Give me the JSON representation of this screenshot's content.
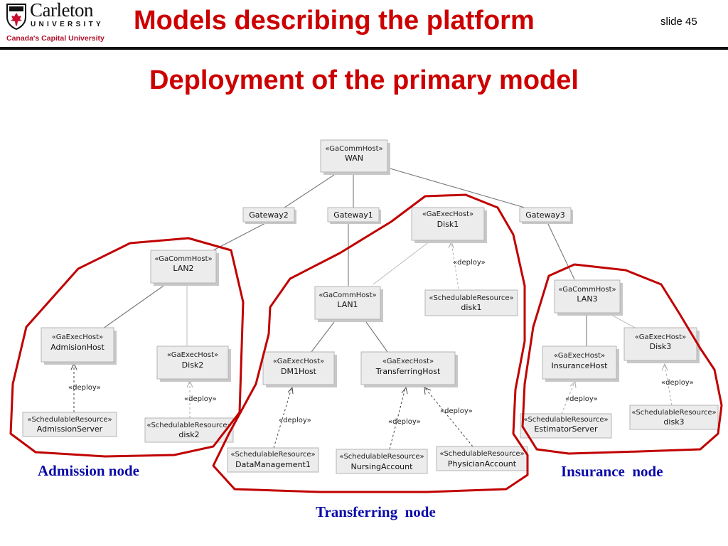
{
  "header": {
    "logo_wordmark": "Carleton",
    "logo_university": "UNIVERSITY",
    "logo_tagline": "Canada's Capital University",
    "title": "Models describing the platform",
    "slide_number": "slide 45"
  },
  "subtitle": "Deployment of the primary model",
  "colors": {
    "title_red": "#cc0000",
    "group_outline": "#c00000",
    "label_blue": "#0a0aa8"
  },
  "icons": [
    "carleton-crest-icon"
  ],
  "nodes": [
    {
      "id": "wan",
      "stereotype": "«GaCommHost»",
      "name": "WAN"
    },
    {
      "id": "gateway2",
      "stereotype": "",
      "name": "Gateway2"
    },
    {
      "id": "gateway1",
      "stereotype": "",
      "name": "Gateway1"
    },
    {
      "id": "gateway3",
      "stereotype": "",
      "name": "Gateway3"
    },
    {
      "id": "lan2",
      "stereotype": "«GaCommHost»",
      "name": "LAN2"
    },
    {
      "id": "lan1",
      "stereotype": "«GaCommHost»",
      "name": "LAN1"
    },
    {
      "id": "lan3",
      "stereotype": "«GaCommHost»",
      "name": "LAN3"
    },
    {
      "id": "disk1-host",
      "stereotype": "«GaExecHost»",
      "name": "Disk1"
    },
    {
      "id": "disk1-res",
      "stereotype": "«SchedulableResource»",
      "name": "disk1"
    },
    {
      "id": "admision-host",
      "stereotype": "«GaExecHost»",
      "name": "AdmisionHost"
    },
    {
      "id": "disk2-host",
      "stereotype": "«GaExecHost»",
      "name": "Disk2"
    },
    {
      "id": "admission-server",
      "stereotype": "«SchedulableResource»",
      "name": "AdmissionServer"
    },
    {
      "id": "disk2-res",
      "stereotype": "«SchedulableResource»",
      "name": "disk2"
    },
    {
      "id": "dm1-host",
      "stereotype": "«GaExecHost»",
      "name": "DM1Host"
    },
    {
      "id": "transferring-host",
      "stereotype": "«GaExecHost»",
      "name": "TransferringHost"
    },
    {
      "id": "data-management1",
      "stereotype": "«SchedulableResource»",
      "name": "DataManagement1"
    },
    {
      "id": "nursing-account",
      "stereotype": "«SchedulableResource»",
      "name": "NursingAccount"
    },
    {
      "id": "physician-account",
      "stereotype": "«SchedulableResource»",
      "name": "PhysicianAccount"
    },
    {
      "id": "insurance-host",
      "stereotype": "«GaExecHost»",
      "name": "InsuranceHost"
    },
    {
      "id": "disk3-host",
      "stereotype": "«GaExecHost»",
      "name": "Disk3"
    },
    {
      "id": "estimator-server",
      "stereotype": "«SchedulableResource»",
      "name": "EstimatorServer"
    },
    {
      "id": "disk3-res",
      "stereotype": "«SchedulableResource»",
      "name": "disk3"
    }
  ],
  "deploy_label": "«deploy»",
  "groups": [
    {
      "id": "admission",
      "label": "Admission node"
    },
    {
      "id": "transferring",
      "label": "Transferring  node"
    },
    {
      "id": "insurance",
      "label": "Insurance  node"
    }
  ]
}
